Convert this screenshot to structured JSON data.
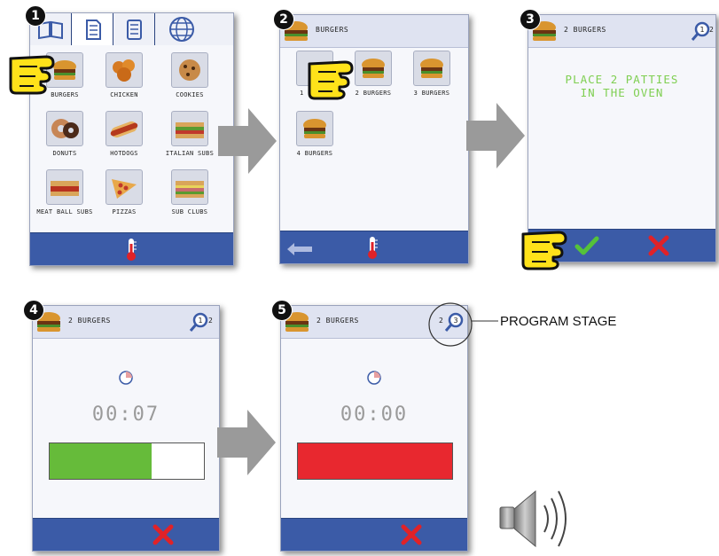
{
  "steps": [
    "1",
    "2",
    "3",
    "4",
    "5"
  ],
  "screen1": {
    "tabs": [
      "book-icon",
      "document-icon",
      "list-icon",
      "globe-icon"
    ],
    "items": [
      "BURGERS",
      "CHICKEN",
      "COOKIES",
      "DONUTS",
      "HOTDOGS",
      "ITALIAN SUBS",
      "MEAT BALL SUBS",
      "PIZZAS",
      "SUB CLUBS"
    ]
  },
  "screen2": {
    "title": "BURGERS",
    "items": [
      "1",
      "2 BURGERS",
      "3 BURGERS",
      "4 BURGERS"
    ]
  },
  "screen3": {
    "title": "2 BURGERS",
    "stage_total": "2",
    "message_line1": "PLACE 2 PATTIES",
    "message_line2": "IN THE OVEN"
  },
  "screen4": {
    "title": "2 BURGERS",
    "stage_current": "1",
    "stage_total": "2",
    "time": "00:07",
    "progress": 0.66,
    "progress_color": "#66bb3a"
  },
  "screen5": {
    "title": "2 BURGERS",
    "stage_current": "3",
    "stage_prefix": "2",
    "time": "00:00",
    "progress": 1.0,
    "progress_color": "#e8282f"
  },
  "callout": "PROGRAM STAGE",
  "colors": {
    "footer": "#3b5ba7",
    "header": "#dfe3f1",
    "accept": "#55c23a",
    "cancel": "#e02228",
    "message": "#7fcf52"
  }
}
